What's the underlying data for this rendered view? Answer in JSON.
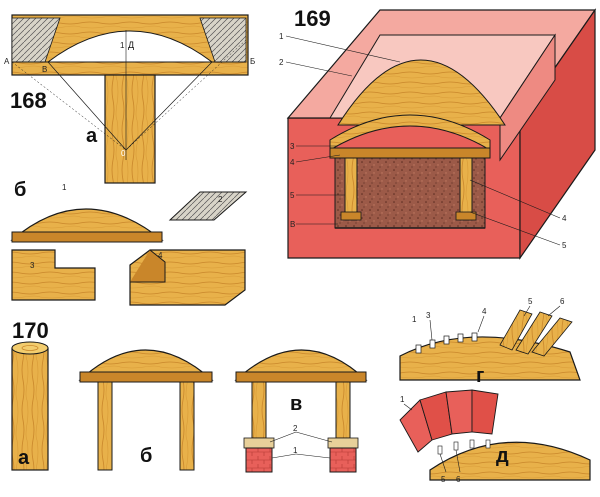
{
  "figures": {
    "fig168": {
      "number": "168",
      "view_a": "а",
      "view_b": "б",
      "labels": {
        "top_1": "1",
        "top_d": "Д",
        "left_a": "А",
        "left_v": "В",
        "right_b": "Б",
        "center_o": "0",
        "b_1": "1",
        "b_2": "2",
        "b_3": "3",
        "b_4": "4"
      }
    },
    "fig169": {
      "number": "169",
      "labels": {
        "l1": "1",
        "l2": "2",
        "l3": "3",
        "l4": "4",
        "l5": "5",
        "lv": "В",
        "r4": "4",
        "r5": "5"
      }
    },
    "fig170": {
      "number": "170",
      "view_a": "а",
      "view_b": "б",
      "view_v": "в",
      "view_g": "г",
      "view_d": "д",
      "labels": {
        "v_2": "2",
        "v_1": "1",
        "g_1": "1",
        "g_3": "3",
        "g_4": "4",
        "g_5": "5",
        "g_6": "6",
        "d_1": "1",
        "d_5": "5",
        "d_6": "6"
      }
    }
  },
  "colors": {
    "wood": "#e8b14a",
    "wood_dark": "#c9862a",
    "wood_light": "#f3cd6e",
    "brick": "#e8605a",
    "brick_light": "#f4a9a0",
    "stone": "#8a4a3a",
    "outline": "#1a1a1a",
    "hatch_bg": "#d8d4c8"
  }
}
